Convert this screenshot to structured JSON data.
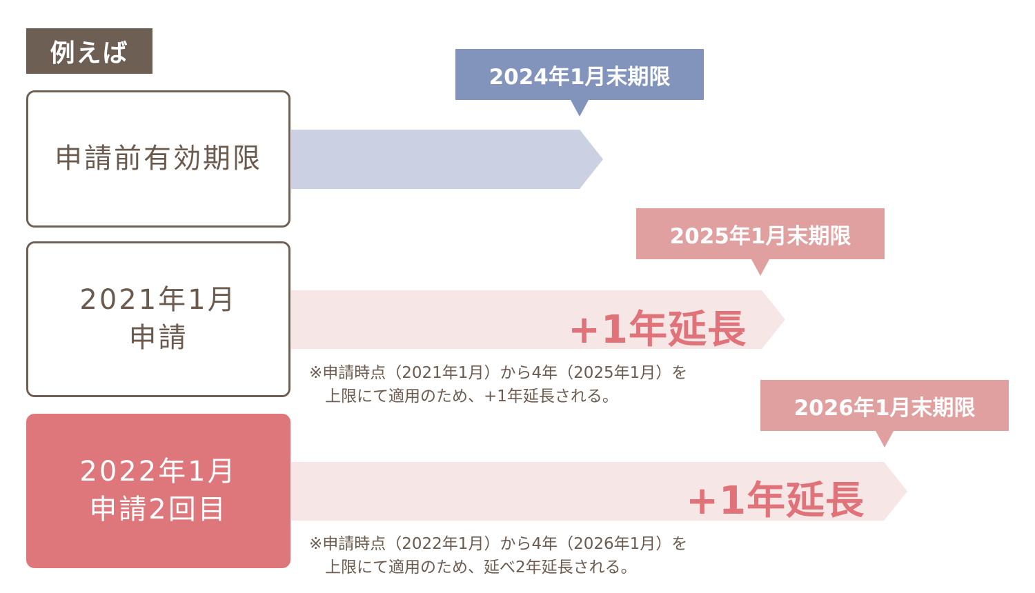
{
  "header": {
    "tag_label": "例えば"
  },
  "colors": {
    "brown": "#6e5f55",
    "blue_callout": "#8294bb",
    "blue_arrow": "#cbd1e2",
    "pink_callout": "#e0a0a0",
    "pink_arrow": "#f6e6e5",
    "highlight_box": "#dd777b",
    "extension_text": "#e0727a"
  },
  "rows": [
    {
      "box_lines": [
        "申請前有効期限"
      ],
      "deadline": "2024年1月末期限"
    },
    {
      "box_lines": [
        "2021年1月",
        "申請"
      ],
      "deadline": "2025年1月末期限",
      "extension": "+1年延長",
      "note_lines": [
        "※申請時点（2021年1月）から4年（2025年1月）を",
        "　上限にて適用のため、+1年延長される。"
      ]
    },
    {
      "box_lines": [
        "2022年1月",
        "申請2回目"
      ],
      "deadline": "2026年1月末期限",
      "extension": "+1年延長",
      "note_lines": [
        "※申請時点（2022年1月）から4年（2026年1月）を",
        "　上限にて適用のため、延べ2年延長される。"
      ]
    }
  ]
}
